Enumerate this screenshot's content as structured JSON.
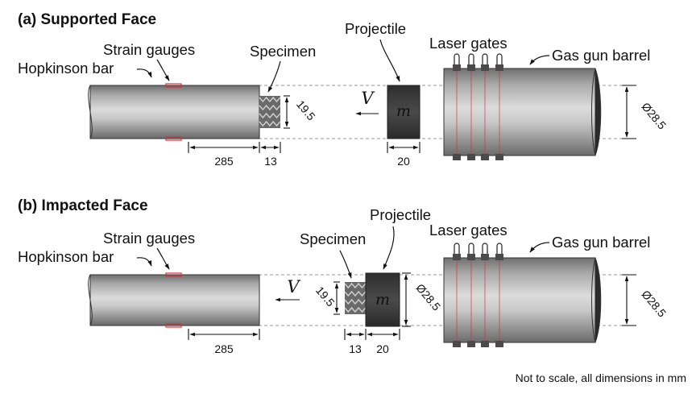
{
  "panel_a": {
    "title": "(a) Supported Face",
    "labels": {
      "strain_gauges": "Strain gauges",
      "hopkinson_bar": "Hopkinson bar",
      "specimen": "Specimen",
      "projectile": "Projectile",
      "laser_gates": "Laser gates",
      "gas_gun_barrel": "Gas gun barrel",
      "velocity": "V",
      "mass": "m"
    },
    "dimensions": {
      "bar_length": "285",
      "specimen_length": "13",
      "specimen_height": "19.5",
      "projectile_length": "20",
      "barrel_diameter": "Ø28.5"
    }
  },
  "panel_b": {
    "title": "(b) Impacted Face",
    "labels": {
      "strain_gauges": "Strain gauges",
      "hopkinson_bar": "Hopkinson bar",
      "specimen": "Specimen",
      "projectile": "Projectile",
      "laser_gates": "Laser gates",
      "gas_gun_barrel": "Gas gun barrel",
      "velocity": "V",
      "mass": "m"
    },
    "dimensions": {
      "bar_length": "285",
      "specimen_length": "13",
      "specimen_height": "19.5",
      "projectile_length": "20",
      "projectile_diameter": "Ø28.5",
      "barrel_diameter": "Ø28.5"
    }
  },
  "footnote": "Not to scale, all dimensions in mm",
  "colors": {
    "strain_gauge": "#d9303a",
    "projectile": "#3c3c3c",
    "laser_gate": "#4a4a4a"
  }
}
